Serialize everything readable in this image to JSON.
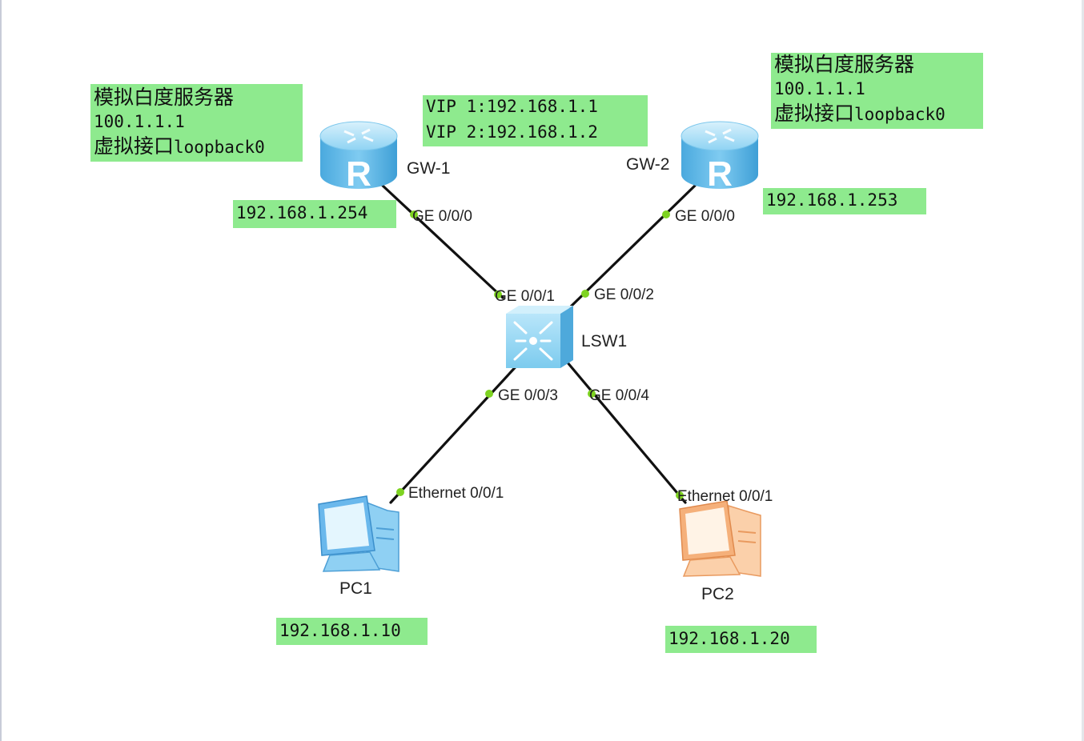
{
  "devices": {
    "gw1": {
      "label": "GW-1"
    },
    "gw2": {
      "label": "GW-2"
    },
    "lsw1": {
      "label": "LSW1"
    },
    "pc1": {
      "label": "PC1"
    },
    "pc2": {
      "label": "PC2"
    }
  },
  "ports": {
    "gw1_ge000": "GE 0/0/0",
    "gw2_ge000": "GE 0/0/0",
    "lsw_ge001": "GE 0/0/1",
    "lsw_ge002": "GE 0/0/2",
    "lsw_ge003": "GE 0/0/3",
    "lsw_ge004": "GE 0/0/4",
    "pc1_eth": "Ethernet 0/0/1",
    "pc2_eth": "Ethernet 0/0/1"
  },
  "notes": {
    "server_left": {
      "line1": "模拟白度服务器",
      "line2": "100.1.1.1",
      "line3_cjk": "虚拟接口",
      "line3_rest": "loopback0"
    },
    "server_right": {
      "line1": "模拟白度服务器",
      "line2": "100.1.1.1",
      "line3_cjk": "虚拟接口",
      "line3_rest": "loopback0"
    },
    "vip": {
      "line1": "VIP 1:192.168.1.1",
      "line2": "VIP 2:192.168.1.2"
    },
    "gw1_ip": "192.168.1.254",
    "gw2_ip": "192.168.1.253",
    "pc1_ip": "192.168.1.10",
    "pc2_ip": "192.168.1.20"
  },
  "colors": {
    "note_bg": "#8eea8e",
    "port_dot": "#7ed321",
    "link": "#111111",
    "router": "#5bb8e8",
    "switch": "#6cc4ec",
    "pc1": "#6ab8ec",
    "pc2": "#f5b07a"
  }
}
